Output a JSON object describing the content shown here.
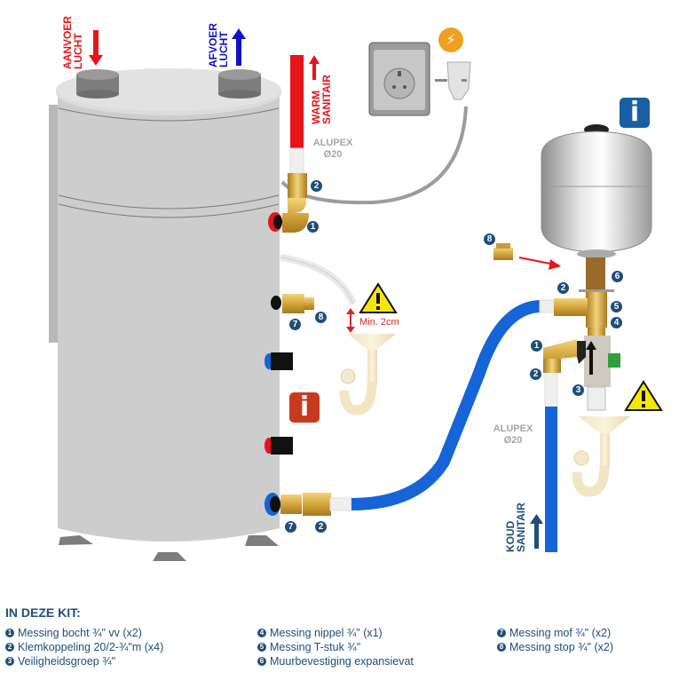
{
  "labels": {
    "aanvoer_lucht": [
      "AANVOER",
      "LUCHT"
    ],
    "afvoer_lucht": [
      "AFVOER",
      "LUCHT"
    ],
    "warm_sanitair": [
      "WARM",
      "SANITAIR"
    ],
    "koud_sanitair": [
      "KOUD",
      "SANITAIR"
    ],
    "alupex_top": [
      "ALUPEX",
      "Ø20"
    ],
    "alupex_bottom": [
      "ALUPEX",
      "Ø20"
    ],
    "min_distance": "Min. 2cm",
    "info_letter": "i",
    "power_symbol": "⚡"
  },
  "callouts": {
    "top_2": "2",
    "top_1": "1",
    "mid_7": "7",
    "mid_8": "8",
    "bottom_7": "7",
    "bottom_2": "2",
    "right_8": "8",
    "right_6": "6",
    "right_2a": "2",
    "right_5": "5",
    "right_4": "4",
    "right_1": "1",
    "right_2b": "2",
    "right_3": "3"
  },
  "colors": {
    "warm": "#e8141b",
    "cold": "#1565d8",
    "navy": "#1f4e79",
    "info_red": "#c9391f",
    "info_blue": "#1a5fa4",
    "power_orange": "#f0a020",
    "warning_yellow": "#f5e800",
    "tank_gray": "#cdcdcd",
    "brass": "#d9b04a"
  },
  "kit": {
    "title": "IN DEZE KIT:",
    "columns": [
      [
        {
          "n": "1",
          "text": "Messing bocht ¾\" vv (x2)"
        },
        {
          "n": "2",
          "text": "Klemkoppeling 20/2-¾\"m (x4)"
        },
        {
          "n": "3",
          "text": "Veiligheidsgroep ¾\""
        }
      ],
      [
        {
          "n": "4",
          "text": "Messing nippel ¾\"  (x1)"
        },
        {
          "n": "5",
          "text": "Messing T-stuk ¾\""
        },
        {
          "n": "6",
          "text": "Muurbevestiging expansievat"
        }
      ],
      [
        {
          "n": "7",
          "text": "Messing mof ¾\" (x2)"
        },
        {
          "n": "8",
          "text": "Messing stop ¾\"  (x2)"
        }
      ]
    ]
  }
}
